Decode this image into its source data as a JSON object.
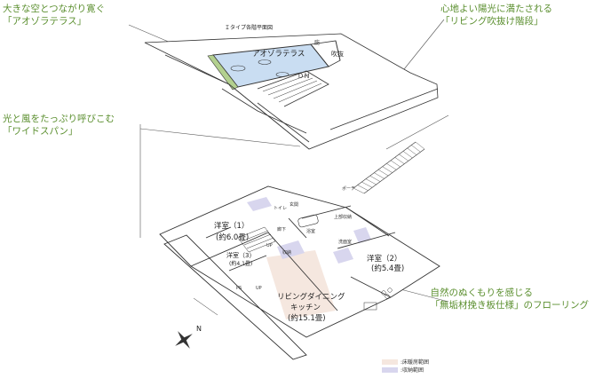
{
  "captions": {
    "top_left": {
      "line1": "大きな空とつながり寛ぐ",
      "line2": "「アオゾラテラス」"
    },
    "mid_left": {
      "line1": "光と風をたっぷり呼びこむ",
      "line2": "「ワイドスパン」"
    },
    "top_right": {
      "line1": "心地よい陽光に満たされる",
      "line2": "「リビング吹抜け階段」"
    },
    "bottom_right": {
      "line1": "自然のぬくもりを感じる",
      "line2": "「無垢材挽き板仕様」のフローリング"
    }
  },
  "upper_floor": {
    "title": "Ｉタイプ各階平面図",
    "terrace_label": "アオゾラテラス",
    "down_label": "ＤＮ",
    "fukinuke_label": "吹抜",
    "small_label": "庇"
  },
  "lower_floor": {
    "rooms": {
      "bedroom1": {
        "name": "洋室（1）",
        "size": "(約6.0畳)"
      },
      "bedroom3": {
        "name": "洋室（3）",
        "size": "(約4.1畳)"
      },
      "bedroom2": {
        "name": "洋室（2）",
        "size": "(約5.4畳)"
      },
      "ldk": {
        "name1": "リビングダイニング",
        "name2": "キッチン",
        "size": "(約15.1畳)"
      }
    },
    "small_labels": [
      "廊下",
      "UP",
      "UP",
      "PS",
      "玄関",
      "洗面室",
      "浴室",
      "トイレ",
      "収納",
      "上部収納",
      "ポーチ"
    ]
  },
  "compass": {
    "label": "N"
  },
  "legend": {
    "items": [
      {
        "label": ":床暖房範囲",
        "color": "#f5e7df"
      },
      {
        "label": ":収納範囲",
        "color": "#d8d6ee"
      }
    ]
  },
  "colors": {
    "caption": "#5b8f2f",
    "terrace": "#c9ddf2",
    "floor_heating": "#f5e7df",
    "storage": "#d8d6ee",
    "line": "#333333"
  }
}
